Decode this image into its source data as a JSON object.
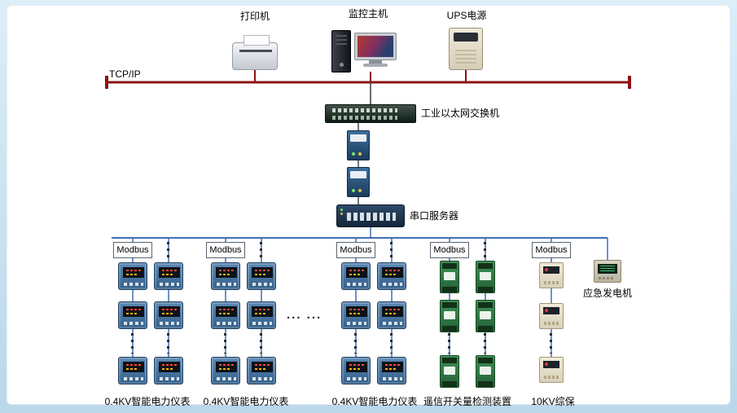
{
  "bus": {
    "tcp_label": "TCP/IP",
    "fieldbus_label": "Modbus"
  },
  "top_devices": {
    "printer_label": "打印机",
    "host_label": "监控主机",
    "ups_label": "UPS电源"
  },
  "backbone": {
    "switch_label": "工业以太网交换机",
    "serial_server_label": "串口服务器"
  },
  "groups": [
    {
      "label": "0.4KV智能电力仪表"
    },
    {
      "label": "0.4KV智能电力仪表"
    },
    {
      "label": "0.4KV智能电力仪表"
    },
    {
      "label": "遥信开关量检测装置"
    },
    {
      "label": "10KV综保"
    }
  ],
  "generator_label": "应急发电机",
  "ellipsis": "... ...",
  "colors": {
    "tcp_bus": "#8b1414",
    "modbus_bus": "#3f6fb5",
    "background": "#cde6f2",
    "panel": "#ffffff"
  }
}
